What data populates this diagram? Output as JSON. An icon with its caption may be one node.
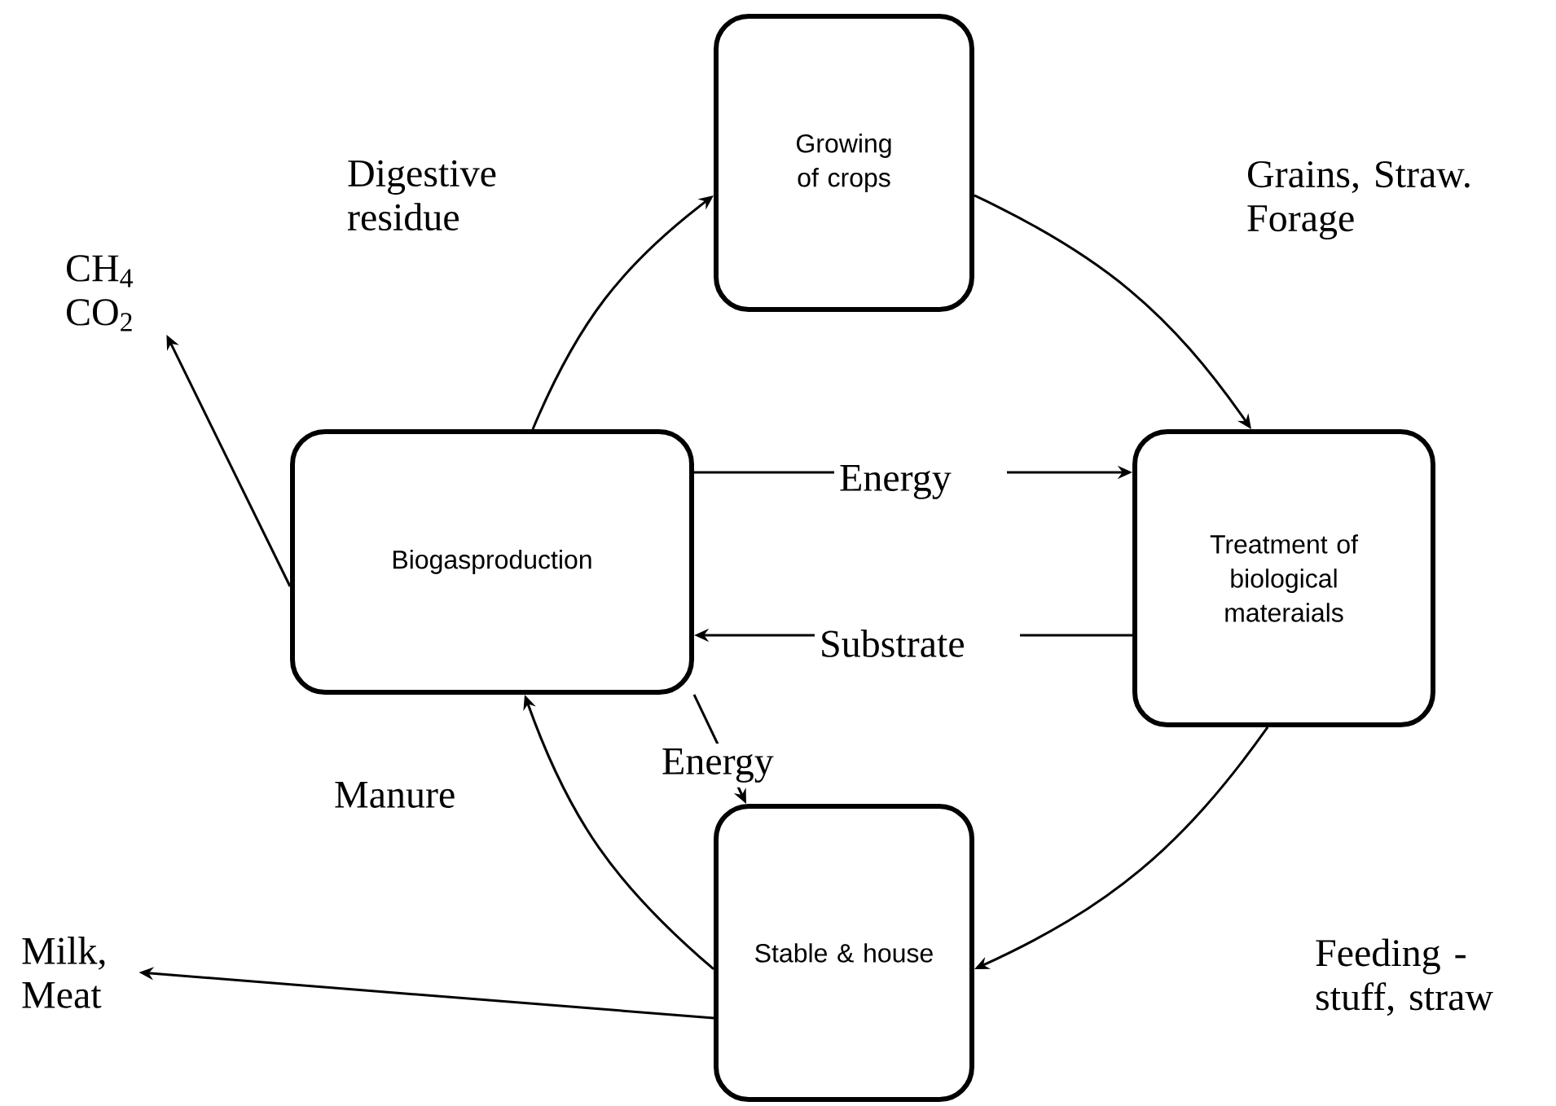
{
  "diagram": {
    "nodes": [
      {
        "text": [
          "Growing of crops"
        ]
      },
      {
        "text": [
          "Treatment  of biological materaials"
        ]
      },
      {
        "text": [
          "Biogasproduction"
        ]
      },
      {
        "text": [
          "Stable & house"
        ]
      },
      {
        "text": [
          "CH$_{4}$ CO$_{2}$"
        ]
      },
      {
        "text": [
          "Milk, Meat"
        ]
      }
    ],
    "edges": [
      {
        "from": 2,
        "to": 0,
        "arrow": "to",
        "label": "Digestive residue"
      },
      {
        "from": 0,
        "to": 1,
        "arrow": "to",
        "label": "Grains, Straw. Forage"
      },
      {
        "from": 1,
        "to": 3,
        "arrow": "to",
        "label": "Feeding - stuff, straw"
      },
      {
        "from": 3,
        "to": 2,
        "arrow": "to",
        "label": "Manure"
      },
      {
        "from": 2,
        "to": 1,
        "arrow": "to",
        "label": "Energy"
      },
      {
        "from": 1,
        "to": 2,
        "arrow": "to",
        "label": "Substrate"
      },
      {
        "from": 2,
        "to": 3,
        "arrow": "to",
        "label": "Energy"
      },
      {
        "from": 2,
        "to": 4,
        "arrow": "to"
      },
      {
        "from": 3,
        "to": 5,
        "arrow": "to"
      }
    ]
  }
}
